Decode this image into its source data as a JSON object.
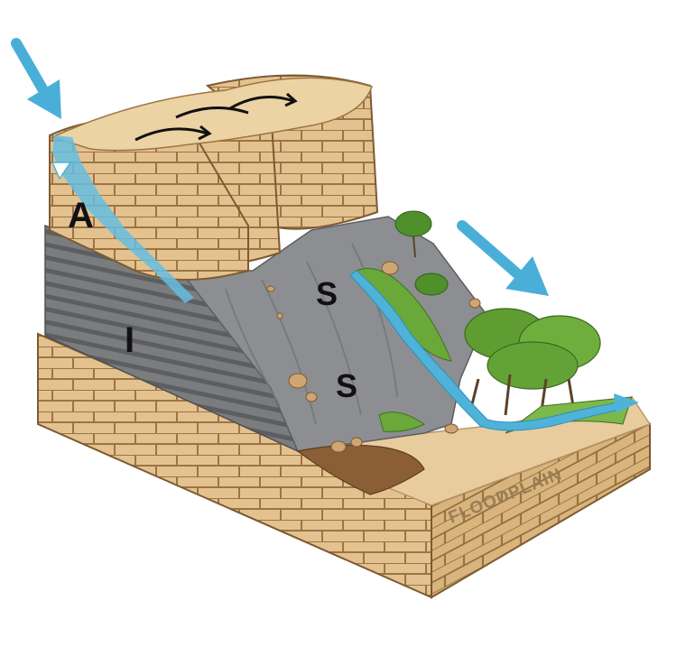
{
  "labels": {
    "a": "A",
    "i": "I",
    "s_upper": "S",
    "s_lower": "S",
    "floodplain": "FLOODPLAIN"
  },
  "colors": {
    "sandstone": "#e2c08d",
    "sandstone_dark": "#b98f5a",
    "shale": "#767779",
    "shale_dark": "#55575a",
    "slope": "#8f9092",
    "water": "#4fb3d9",
    "vegetation": "#6aa83a",
    "floodplain": "#e6cb9c"
  }
}
